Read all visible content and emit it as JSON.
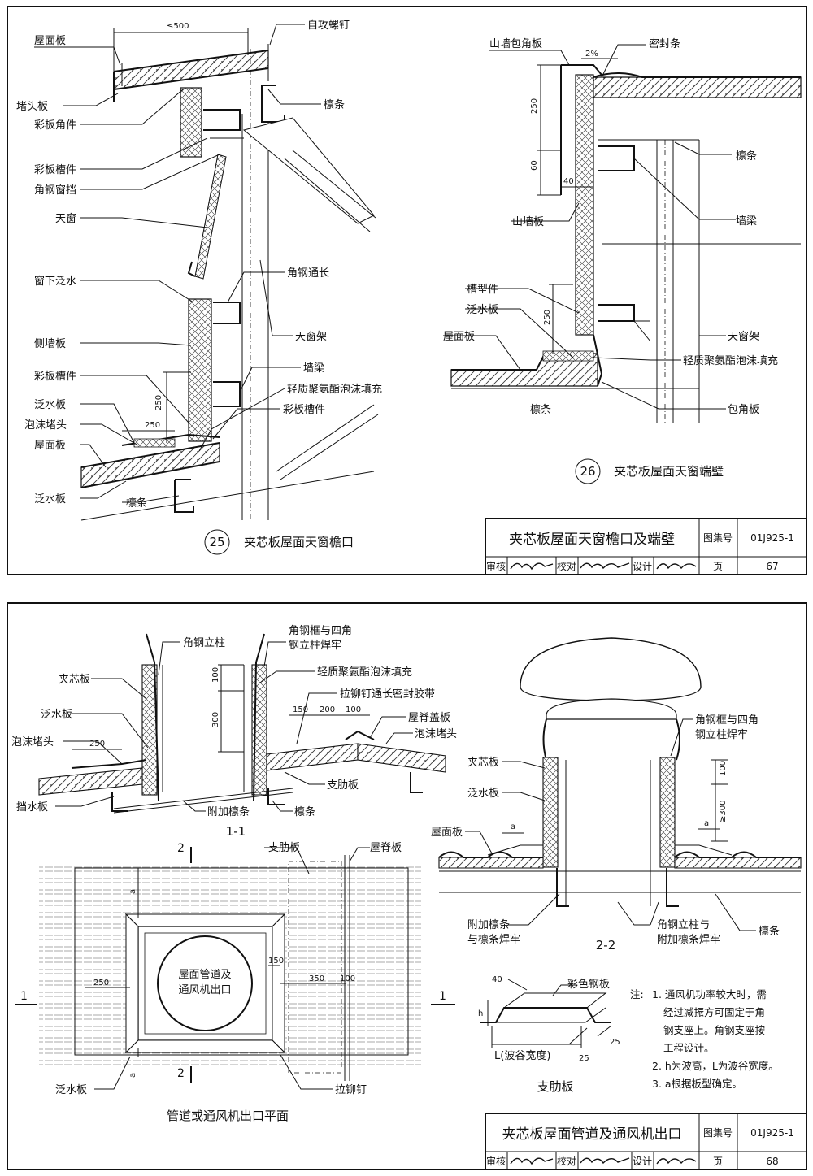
{
  "sheet1": {
    "detail25": {
      "number": "25",
      "caption": "夹芯板屋面天窗檐口",
      "labels": {
        "roof_panel_top": "屋面板",
        "end_plug_plate": "堵头板",
        "color_corner": "彩板角件",
        "color_channel": "彩板槽件",
        "angle_window_stop": "角钢窗挡",
        "skylight": "天窗",
        "under_window_flashing": "窗下泛水",
        "side_wall_panel": "侧墙板",
        "color_channel_2": "彩板槽件",
        "flashing": "泛水板",
        "foam_plug": "泡沫堵头",
        "roof_panel": "屋面板",
        "flashing_2": "泛水板",
        "self_tapping_screw": "自攻螺钉",
        "purlin_top": "檩条",
        "angle_through": "角钢通长",
        "skylight_frame": "天窗架",
        "wall_beam": "墙梁",
        "pu_foam_fill": "轻质聚氨酯泡沫填充",
        "color_channel_3": "彩板槽件",
        "purlin_bottom": "檩条"
      },
      "dims": {
        "top": "≤500",
        "h250": "250",
        "w250": "250"
      }
    },
    "detail26": {
      "number": "26",
      "caption": "夹芯板屋面天窗端壁",
      "labels": {
        "gable_corner": "山墙包角板",
        "seal_strip": "密封条",
        "slope": "2%",
        "purlin": "檩条",
        "gable_panel": "山墙板",
        "wall_beam": "墙梁",
        "channel_part": "槽型件",
        "flashing": "泛水板",
        "roof_panel": "屋面板",
        "skylight_frame": "天窗架",
        "pu_foam_fill": "轻质聚氨酯泡沫填充",
        "purlin_bottom": "檩条",
        "corner_wrap": "包角板"
      },
      "dims": {
        "d250": "250",
        "d60": "60",
        "d40": "40",
        "d250b": "250"
      }
    },
    "title_block": {
      "title": "夹芯板屋面天窗檐口及端壁",
      "atlas_label": "图集号",
      "atlas_no": "01J925-1",
      "review": "审核",
      "check": "校对",
      "design": "设计",
      "page_label": "页",
      "page_no": "67"
    }
  },
  "sheet2": {
    "section11": {
      "caption": "1-1",
      "labels": {
        "angle_post": "角钢立柱",
        "frame_weld_1": "角钢框与四角",
        "frame_weld_2": "钢立柱焊牢",
        "sandwich": "夹芯板",
        "flashing": "泛水板",
        "pu_foam_fill": "轻质聚氨酯泡沫填充",
        "rivet_seal": "拉铆钉通长密封胶带",
        "ridge_cover": "屋脊盖板",
        "foam_plug_r": "泡沫堵头",
        "foam_plug_l": "泡沫堵头",
        "water_stop": "挡水板",
        "rib_plate": "支肋板",
        "extra_purlin": "附加檩条",
        "purlin": "檩条"
      },
      "dims": {
        "d100": "100",
        "d300": "300",
        "d150": "150",
        "d200": "200",
        "d100b": "100",
        "d250": "250"
      }
    },
    "plan": {
      "caption": "管道或通风机出口平面",
      "center_text_1": "屋面管道及",
      "center_text_2": "通风机出口",
      "labels": {
        "rib_plate": "支肋板",
        "ridge_plate": "屋脊板",
        "flashing": "泛水板",
        "rivet": "拉铆钉"
      },
      "marks": {
        "sec2_top": "2",
        "sec2_bottom": "2",
        "sec1_left": "1",
        "sec1_right": "1"
      },
      "dims": {
        "a1": "a",
        "a2": "a",
        "d150": "150",
        "d250": "250",
        "d350": "350",
        "d100": "100"
      }
    },
    "section22": {
      "caption": "2-2",
      "labels": {
        "frame_weld_1": "角钢框与四角",
        "frame_weld_2": "钢立柱焊牢",
        "sandwich": "夹芯板",
        "flashing": "泛水板",
        "roof_panel": "屋面板",
        "extra_purlin_1": "附加檩条",
        "extra_purlin_2": "与檩条焊牢",
        "post_weld_1": "角钢立柱与",
        "post_weld_2": "附加檩条焊牢",
        "purlin": "檩条"
      },
      "dims": {
        "d100": "100",
        "d300": "≥300",
        "a1": "a",
        "a2": "a"
      }
    },
    "rib_detail": {
      "caption": "支肋板",
      "labels": {
        "color_steel": "彩色钢板",
        "width": "L(波谷宽度)"
      },
      "dims": {
        "d40": "40",
        "h": "h",
        "d25a": "25",
        "d25b": "25"
      }
    },
    "notes": {
      "head": "注:",
      "n1a": "1. 通风机功率较大时，需",
      "n1b": "经过减振方可固定于角",
      "n1c": "钢支座上。角钢支座按",
      "n1d": "工程设计。",
      "n2": "2. h为波高，L为波谷宽度。",
      "n3": "3. a根据板型确定。"
    },
    "title_block": {
      "title": "夹芯板屋面管道及通风机出口",
      "atlas_label": "图集号",
      "atlas_no": "01J925-1",
      "review": "审核",
      "check": "校对",
      "design": "设计",
      "page_label": "页",
      "page_no": "68"
    }
  }
}
